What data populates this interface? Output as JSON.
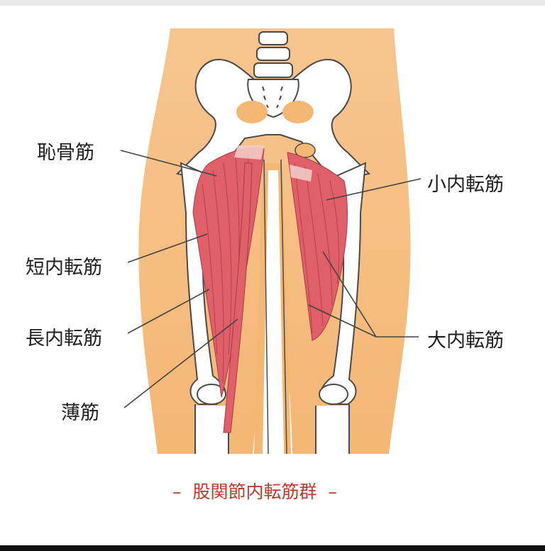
{
  "labels": {
    "pectineus": "恥骨筋",
    "adductor_minimus": "小内転筋",
    "adductor_brevis": "短内転筋",
    "adductor_longus": "長内転筋",
    "adductor_magnus": "大内転筋",
    "gracilis": "薄筋"
  },
  "caption": {
    "text": "股関節内転筋群",
    "dash_left": "–",
    "dash_right": "–"
  },
  "colors": {
    "skin": "#f4b774",
    "bone": "#ffffff",
    "bone_outline": "#4a4a4a",
    "muscle": "#e0606a",
    "muscle_fiber": "#a83a44",
    "caption": "#c0392b",
    "leader_line": "#444444"
  }
}
